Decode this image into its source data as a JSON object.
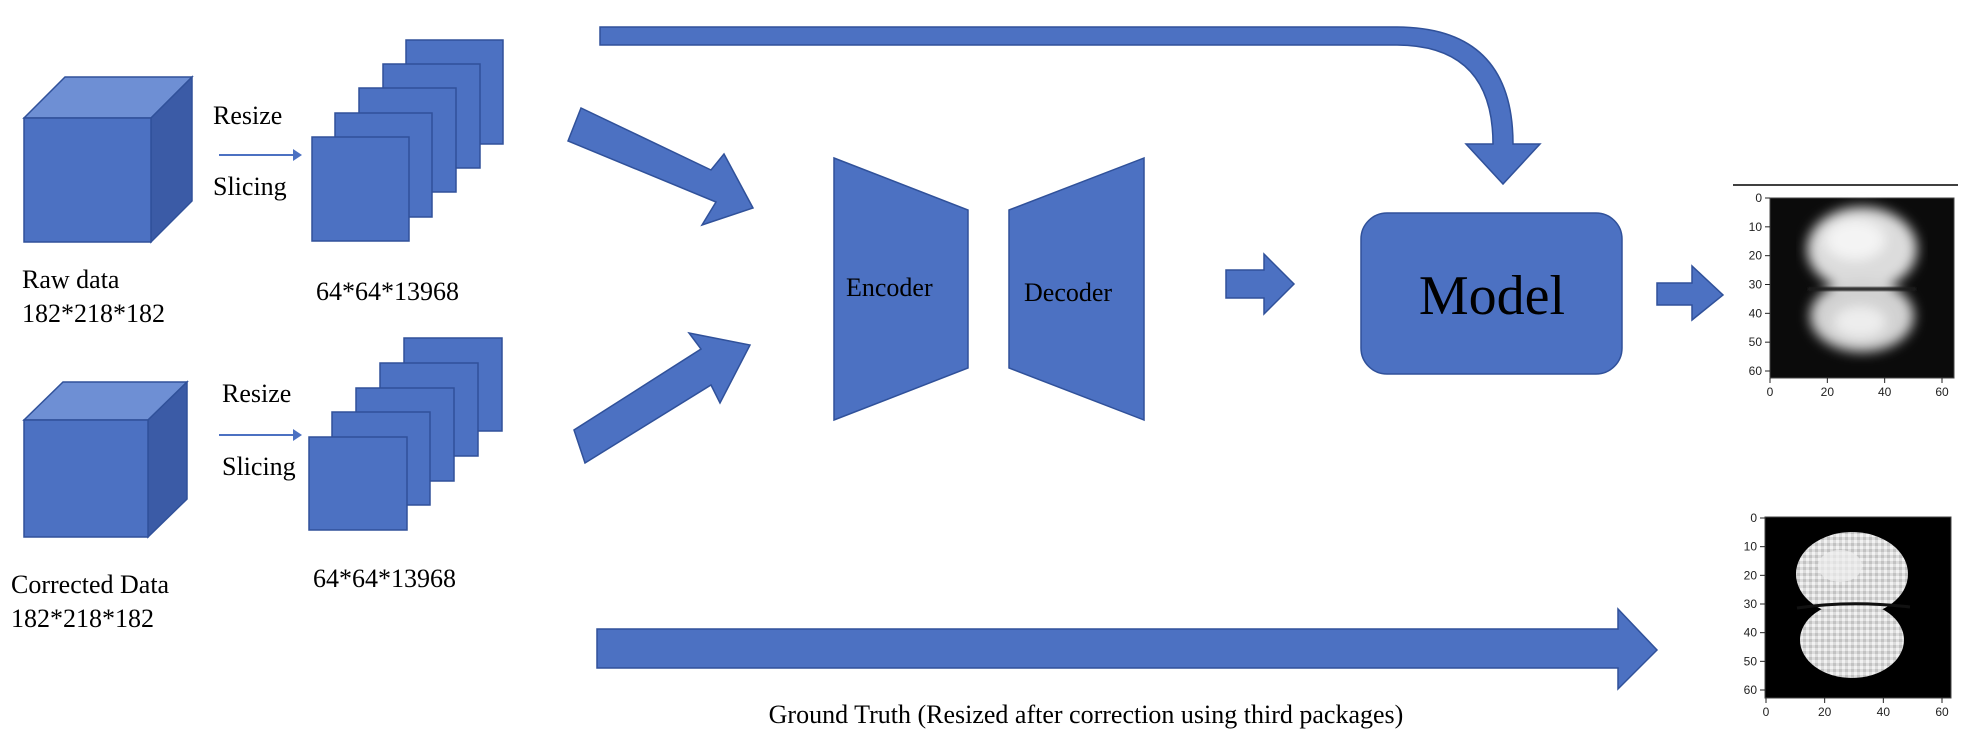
{
  "colors": {
    "shape_fill": "#4c71c2",
    "shape_top": "#6e8fd4",
    "shape_side": "#3b5ba6",
    "shape_stroke": "#30519a"
  },
  "inputs": {
    "raw": {
      "label_line1": "Raw data",
      "label_line2": "182*218*182",
      "step_top": "Resize",
      "step_bottom": "Slicing",
      "slices_label": "64*64*13968"
    },
    "corrected": {
      "label_line1": "Corrected Data",
      "label_line2": "182*218*182",
      "step_top": "Resize",
      "step_bottom": "Slicing",
      "slices_label": "64*64*13968"
    }
  },
  "network": {
    "encoder_label": "Encoder",
    "decoder_label": "Decoder",
    "model_label": "Model"
  },
  "ground_truth_label": "Ground Truth (Resized after correction using third packages)",
  "plots": {
    "predicted": {
      "y_ticks": [
        "0",
        "10",
        "20",
        "30",
        "40",
        "50",
        "60"
      ],
      "x_ticks": [
        "0",
        "20",
        "40",
        "60"
      ]
    },
    "ground_truth": {
      "y_ticks": [
        "0",
        "10",
        "20",
        "30",
        "40",
        "50",
        "60"
      ],
      "x_ticks": [
        "0",
        "20",
        "40",
        "60"
      ]
    }
  }
}
